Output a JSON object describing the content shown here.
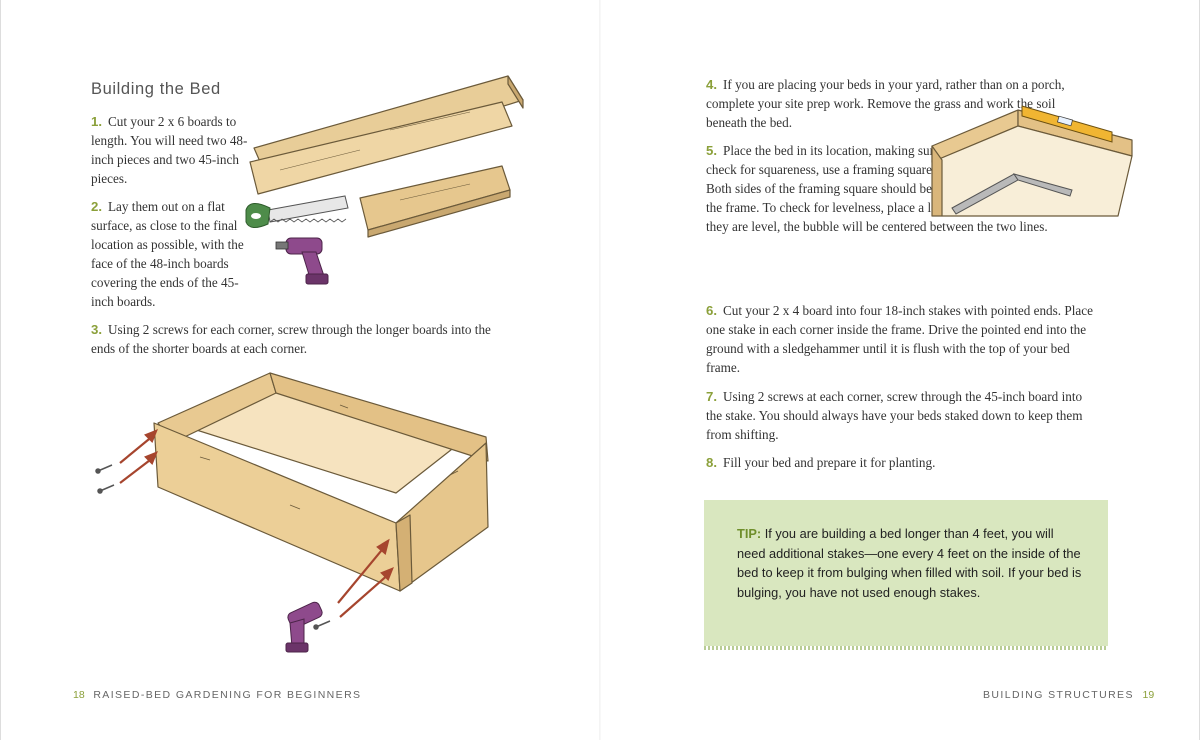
{
  "left_page": {
    "heading": "Building the Bed",
    "steps": [
      {
        "num": "1.",
        "text": "Cut your 2 x 6 boards to length. You will need two 48-inch pieces and two 45-inch pieces."
      },
      {
        "num": "2.",
        "text": "Lay them out on a flat surface, as close to the final location as possible, with the face of the 48-inch boards covering the ends of the 45-inch boards."
      },
      {
        "num": "3.",
        "text": "Using 2 screws for each corner, screw through the longer boards into the ends of the shorter boards at each corner."
      }
    ],
    "folio": {
      "page": "18",
      "title": "RAISED-BED GARDENING FOR BEGINNERS"
    }
  },
  "right_page": {
    "steps": [
      {
        "num": "4.",
        "text": "If you are placing your beds in your yard, rather than on a porch, complete your site prep work. Remove the grass and work the soil beneath the bed."
      },
      {
        "num": "5.",
        "text": "Place the bed in its location, making sure it is square and level. To check for squareness, use a framing square in the corners of the boards. Both sides of the framing square should be flat against the side boards of the frame. To check for levelness, place a level on top of the boards. If they are level, the bubble will be centered between the two lines."
      },
      {
        "num": "6.",
        "text": "Cut your 2 x 4 board into four 18-inch stakes with pointed ends. Place one stake in each corner inside the frame. Drive the pointed end into the ground with a sledgehammer until it is flush with the top of your bed frame."
      },
      {
        "num": "7.",
        "text": "Using 2 screws at each corner, screw through the 45-inch board into the stake. You should always have your beds staked down to keep them from shifting."
      },
      {
        "num": "8.",
        "text": "Fill your bed and prepare it for planting."
      }
    ],
    "tip": {
      "label": "TIP:",
      "text": "If you are building a bed longer than 4 feet, you will need additional stakes—one every 4 feet on the inside of the bed to keep it from bulging when filled with soil. If your bed is bulging, you have not used enough stakes."
    },
    "folio": {
      "title": "BUILDING STRUCTURES",
      "page": "19"
    }
  },
  "colors": {
    "accent_green": "#8ba03a",
    "tip_background": "#d9e7bf",
    "wood": "#e8c991",
    "drill": "#8e4a8c"
  }
}
